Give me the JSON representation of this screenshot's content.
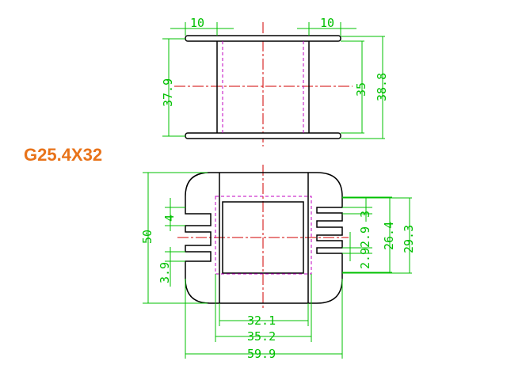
{
  "part_label": "G25.4X32",
  "top_view": {
    "left_flange": "10",
    "right_flange": "10",
    "left_height": "37.9",
    "inner_height": "35",
    "outer_height": "38.8"
  },
  "front_view": {
    "total_height": "50",
    "left_slot_pitch": "4",
    "left_slot_offset": "3.9",
    "right_pitch_a": "3",
    "right_pitch_b": "2.9",
    "right_pitch_c": "2.9",
    "right_inner": "26.4",
    "right_outer": "29.3",
    "width_inner": "32.1",
    "width_mid": "35.2",
    "width_total": "59.9"
  },
  "colors": {
    "outline": "#000000",
    "dimension": "#00c000",
    "centerline": "#d00000",
    "hidden": "#c000c0",
    "label": "#e8731a"
  }
}
